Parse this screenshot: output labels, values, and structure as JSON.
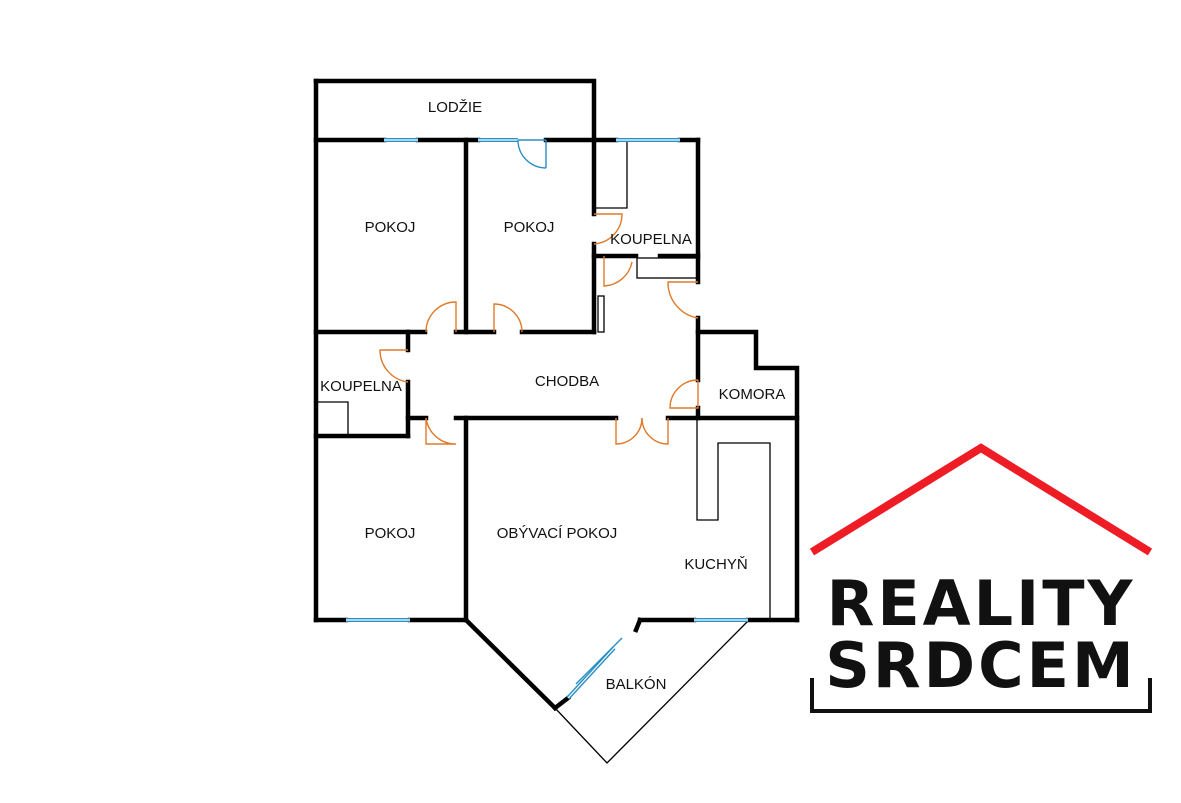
{
  "floorplan": {
    "rooms": {
      "lodzie": "LODŽIE",
      "pokoj_top_left": "POKOJ",
      "pokoj_top_mid": "POKOJ",
      "koupelna_top": "KOUPELNA",
      "koupelna_left": "KOUPELNA",
      "chodba": "CHODBA",
      "komora": "KOMORA",
      "pokoj_bottom_left": "POKOJ",
      "obyvaci_pokoj": "OBÝVACÍ POKOJ",
      "kuchyn": "KUCHYŇ",
      "balkon": "BALKÓN"
    }
  },
  "logo": {
    "line1": "REALITY",
    "line2": "SRDCEM",
    "roof_color": "#ee1c25"
  }
}
